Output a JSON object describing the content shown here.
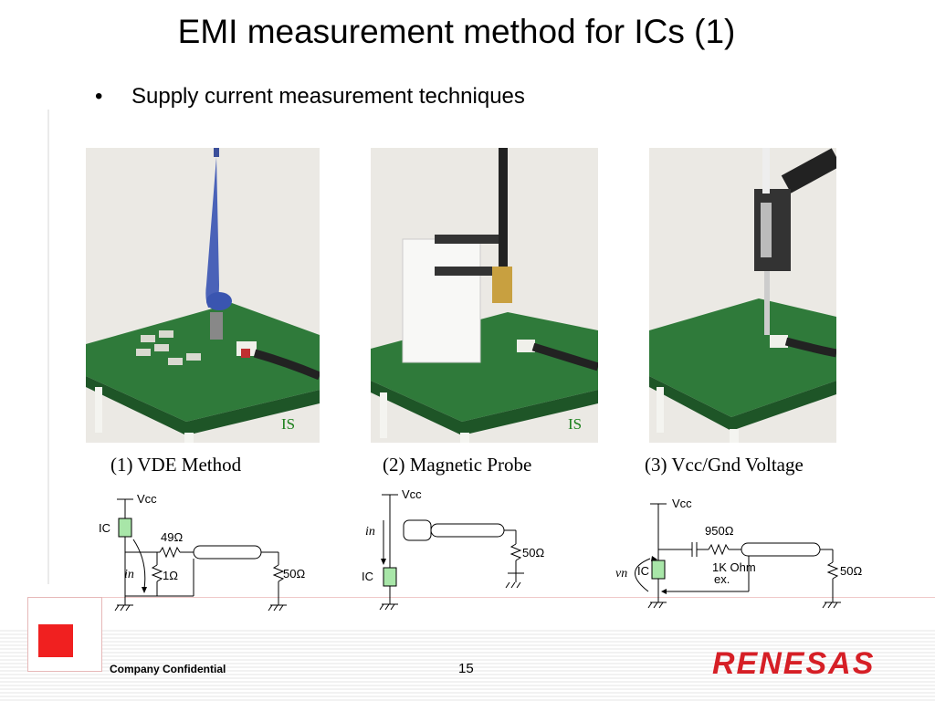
{
  "slide": {
    "title": "EMI measurement method for ICs (1)",
    "bullet_symbol": "•",
    "bullet_text": "Supply current measurement techniques"
  },
  "photos": [
    {
      "caption": "(1) VDE Method",
      "label": "IS"
    },
    {
      "caption": "(2) Magnetic Probe",
      "label": "IS"
    },
    {
      "caption": "(3) Vcc/Gnd Voltage",
      "label": ""
    }
  ],
  "circuit1": {
    "vcc": "Vcc",
    "ic": "IC",
    "r1": "49Ω",
    "r2": "1Ω",
    "r3": "50Ω",
    "current": "in"
  },
  "circuit2": {
    "vcc": "Vcc",
    "ic": "IC",
    "r1": "50Ω",
    "current": "in"
  },
  "circuit3": {
    "vcc": "Vcc",
    "ic": "IC",
    "r1": "950Ω",
    "r2": "50Ω",
    "note1": "1K Ohm",
    "note2": "ex.",
    "voltage": "vn"
  },
  "footer": {
    "confidential": "Company Confidential",
    "page": "15",
    "logo": "RENESAS"
  },
  "colors": {
    "accent_red": "#f02020",
    "is_green": "#1a7f1a",
    "ic_fill": "#a8e6a8",
    "logo_red": "#d61f26"
  }
}
